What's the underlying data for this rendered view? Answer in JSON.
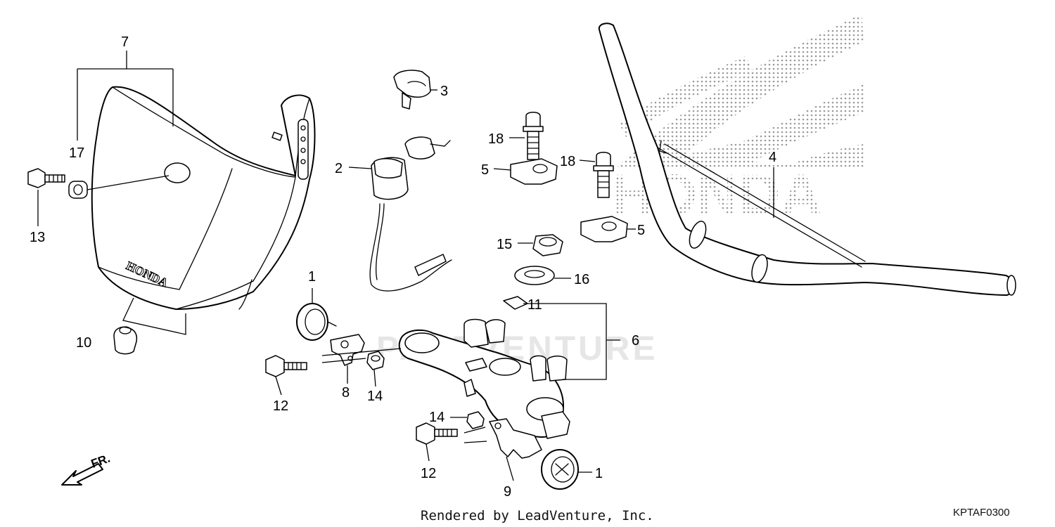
{
  "watermark": {
    "text": "PARTVENTURE"
  },
  "footer": {
    "rendered_by": "Rendered by LeadVenture, Inc.",
    "diagram_code": "KPTAF0300"
  },
  "front_indicator": {
    "label": "FR.",
    "icon": "arrow-front-icon"
  },
  "logo": {
    "text": "HONDA",
    "icon": "honda-wing-logo"
  },
  "visor_lettering": "HONDA",
  "callouts": [
    {
      "id": "c7",
      "label": "7"
    },
    {
      "id": "c17",
      "label": "17"
    },
    {
      "id": "c13",
      "label": "13"
    },
    {
      "id": "c10",
      "label": "10"
    },
    {
      "id": "c3",
      "label": "3"
    },
    {
      "id": "c2",
      "label": "2"
    },
    {
      "id": "c18a",
      "label": "18"
    },
    {
      "id": "c18b",
      "label": "18"
    },
    {
      "id": "c5a",
      "label": "5"
    },
    {
      "id": "c5b",
      "label": "5"
    },
    {
      "id": "c4",
      "label": "4"
    },
    {
      "id": "c15",
      "label": "15"
    },
    {
      "id": "c16",
      "label": "16"
    },
    {
      "id": "c11",
      "label": "11"
    },
    {
      "id": "c6",
      "label": "6"
    },
    {
      "id": "c1a",
      "label": "1"
    },
    {
      "id": "c1b",
      "label": "1"
    },
    {
      "id": "c12a",
      "label": "12"
    },
    {
      "id": "c12b",
      "label": "12"
    },
    {
      "id": "c8",
      "label": "8"
    },
    {
      "id": "c14a",
      "label": "14"
    },
    {
      "id": "c14b",
      "label": "14"
    },
    {
      "id": "c9",
      "label": "9"
    }
  ]
}
